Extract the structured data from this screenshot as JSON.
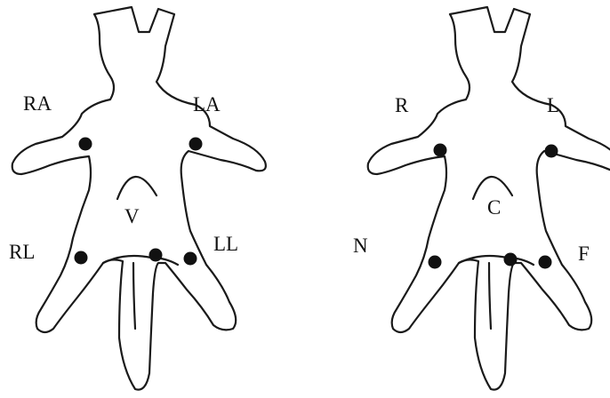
{
  "diagrams": [
    {
      "id": "left-cat",
      "labels": {
        "right_arm": "RA",
        "left_arm": "LA",
        "right_leg": "RL",
        "left_leg": "LL",
        "chest": "V"
      }
    },
    {
      "id": "right-cat",
      "labels": {
        "right_arm": "R",
        "left_arm": "L",
        "right_leg": "N",
        "left_leg": "F",
        "chest": "C"
      }
    }
  ],
  "colors": {
    "outline": "#1a1a1a",
    "electrode": "#111111",
    "background": "#ffffff"
  }
}
